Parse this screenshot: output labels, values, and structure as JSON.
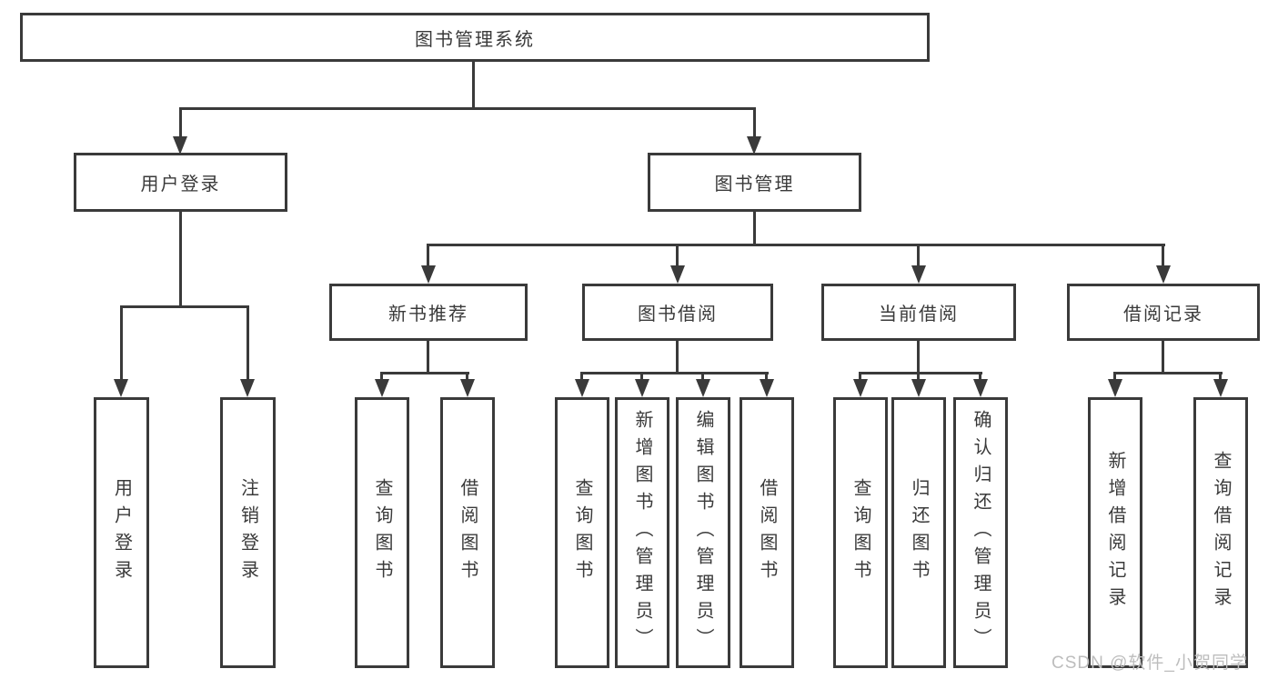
{
  "colors": {
    "line": "#3a3a3a",
    "text": "#3a3a3a",
    "watermark": "#bdbdbd"
  },
  "tree": {
    "root_label": "图书管理系统",
    "level2": [
      {
        "label": "用户登录",
        "leaves": [
          "用户登录",
          "注销登录"
        ]
      },
      {
        "label": "图书管理"
      }
    ],
    "level3": [
      {
        "label": "新书推荐",
        "leaves": [
          "查询图书",
          "借阅图书"
        ]
      },
      {
        "label": "图书借阅",
        "leaves": [
          "查询图书",
          "新增图书（管理员）",
          "编辑图书（管理员）",
          "借阅图书"
        ]
      },
      {
        "label": "当前借阅",
        "leaves": [
          "查询图书",
          "归还图书",
          "确认归还（管理员）"
        ]
      },
      {
        "label": "借阅记录",
        "leaves": [
          "新增借阅记录",
          "查询借阅记录"
        ]
      }
    ]
  },
  "watermark": "CSDN @软件_小贺同学"
}
